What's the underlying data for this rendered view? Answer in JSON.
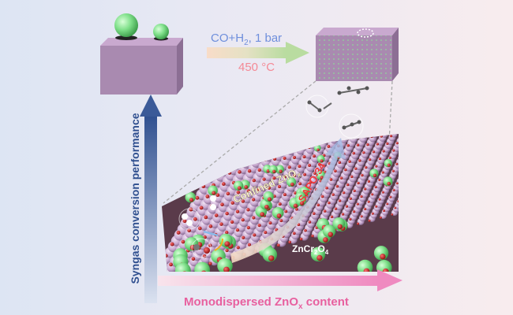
{
  "reaction": {
    "conditions_gas": "CO+H",
    "conditions_sub": "2",
    "conditions_pressure": ", 1 bar",
    "temperature": "450 °C"
  },
  "axes": {
    "y_label": "Syngas conversion performance",
    "x_label_main": "Monodispersed ZnO",
    "x_label_sub": "x",
    "x_label_tail": " content"
  },
  "surface_labels": {
    "confined_main": "Confined ZnO",
    "confined_sub": "x",
    "sapo": "SAPO-34",
    "zncr_a": "ZnCr",
    "zncr_sub1": "2",
    "zncr_b": "O",
    "zncr_sub2": "4"
  },
  "colors": {
    "blue_text": "#6f8fdc",
    "pink_text": "#e8609f",
    "red_text": "#f03a3a",
    "arrow_blue": "#2f4f8f",
    "arrow_pink": "#ef8ac0",
    "lattice": "#c7a8cf",
    "zno": "#7fe08a",
    "oxygen": "#b01818"
  }
}
